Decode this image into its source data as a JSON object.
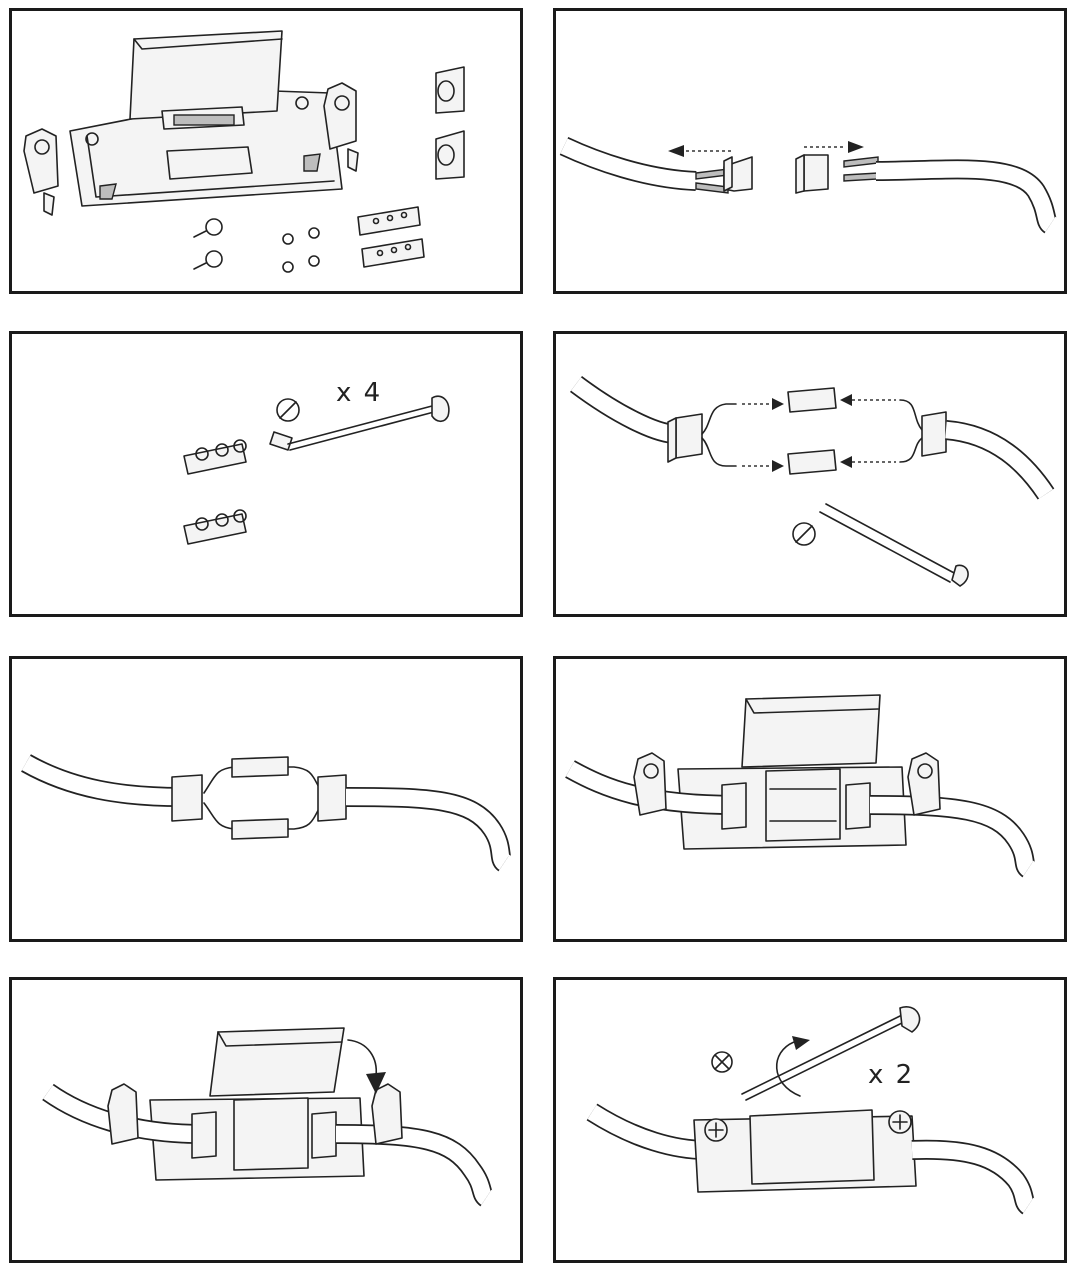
{
  "steps": [
    {
      "id": 1,
      "icon": "parts-kit-icon"
    },
    {
      "id": 2,
      "icon": "cable-glands-icon"
    },
    {
      "id": 3,
      "icon": "terminal-screws-icon",
      "screw_type": "slotted-screw-icon",
      "multiplier": "x 4"
    },
    {
      "id": 4,
      "icon": "wire-terminals-icon",
      "screw_type": "slotted-screw-icon"
    },
    {
      "id": 5,
      "icon": "connected-wires-icon"
    },
    {
      "id": 6,
      "icon": "housing-open-icon"
    },
    {
      "id": 7,
      "icon": "close-lid-arrow-icon"
    },
    {
      "id": 8,
      "icon": "tighten-screws-icon",
      "screw_type": "phillips-screw-icon",
      "multiplier": "x 2"
    }
  ]
}
